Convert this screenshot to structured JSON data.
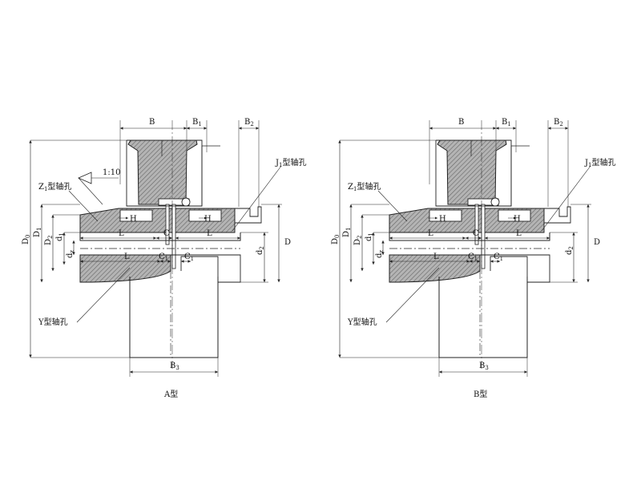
{
  "views": [
    {
      "caption": "A型",
      "dims": {
        "B": "B",
        "B1": "B",
        "B1_sub": "1",
        "B2": "B",
        "B2_sub": "2",
        "B3": "B",
        "B3_sub": "3",
        "D0": "D",
        "D0_sub": "0",
        "D1": "D",
        "D1_sub": "1",
        "D2": "D",
        "D2_sub": "2",
        "dz": "d",
        "dz_sub": "z",
        "d1": "d",
        "d1_sub": "1",
        "d2": "d",
        "d2_sub": "2",
        "D": "D",
        "L_left_top": "L",
        "L_right_top": "L",
        "L_bottom": "L",
        "C_top": "C",
        "C1": "C",
        "C1_sub": "1",
        "C1b": "C",
        "C1b_sub": "1",
        "H_left": "H",
        "H_right": "H"
      },
      "labels": {
        "z1": "Z",
        "z1_sub": "1",
        "z1_rest": "型轴孔",
        "j1": "J",
        "j1_sub": "1",
        "j1_rest": "型轴孔",
        "y": "Y型轴孔",
        "taper": "1:10"
      }
    },
    {
      "caption": "B型",
      "dims": {
        "B": "B",
        "B1": "B",
        "B1_sub": "1",
        "B2": "B",
        "B2_sub": "2",
        "B3": "B",
        "B3_sub": "3",
        "D0": "D",
        "D0_sub": "0",
        "D1": "D",
        "D1_sub": "1",
        "D2": "D",
        "D2_sub": "2",
        "dz": "d",
        "dz_sub": "z",
        "d1": "d",
        "d1_sub": "1",
        "d2": "d",
        "d2_sub": "2",
        "D": "D",
        "L_left_top": "L",
        "L_right_top": "L",
        "L_bottom": "L",
        "C_top": "C",
        "C1": "C",
        "C1_sub": "1",
        "C1b": "C",
        "C1b_sub": "1",
        "H_left": "H",
        "H_right": "H"
      },
      "labels": {
        "z1": "Z",
        "z1_sub": "1",
        "z1_rest": "型轴孔",
        "j1": "J",
        "j1_sub": "1",
        "j1_rest": "型轴孔",
        "y": "Y型轴孔"
      }
    }
  ],
  "colors": {
    "line": "#222222",
    "hatch_fill": "#9a9a9a",
    "hatch_light": "#c8c8c8",
    "background": "#ffffff"
  }
}
